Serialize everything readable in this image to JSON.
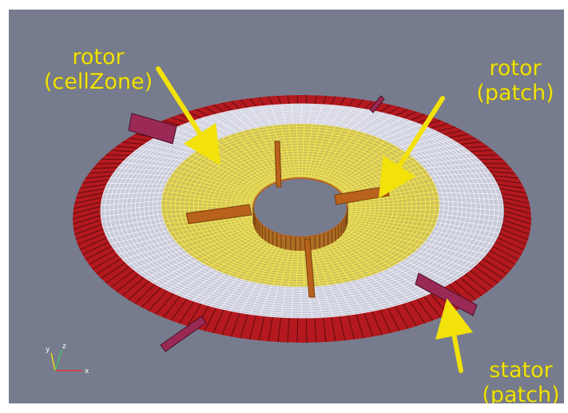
{
  "scene": {
    "background": "#767c8d",
    "mesh_outer_color": "#d7d8e6",
    "mesh_inner_color": "#e2d548",
    "rotor_blade_color": "#b8621c",
    "stator_blade_color": "#9a2a55",
    "stator_rim_color": "#a3141c",
    "arrow_color": "#f2e20a"
  },
  "labels": {
    "rotor_zone": {
      "line1": "rotor",
      "line2": "(cellZone)"
    },
    "rotor_patch": {
      "line1": "rotor",
      "line2": "(patch)"
    },
    "stator_patch": {
      "line1": "stator",
      "line2": "(patch)"
    }
  },
  "axes": {
    "icon": "orientation-triad-icon",
    "x": "x",
    "y": "y",
    "z": "z"
  }
}
